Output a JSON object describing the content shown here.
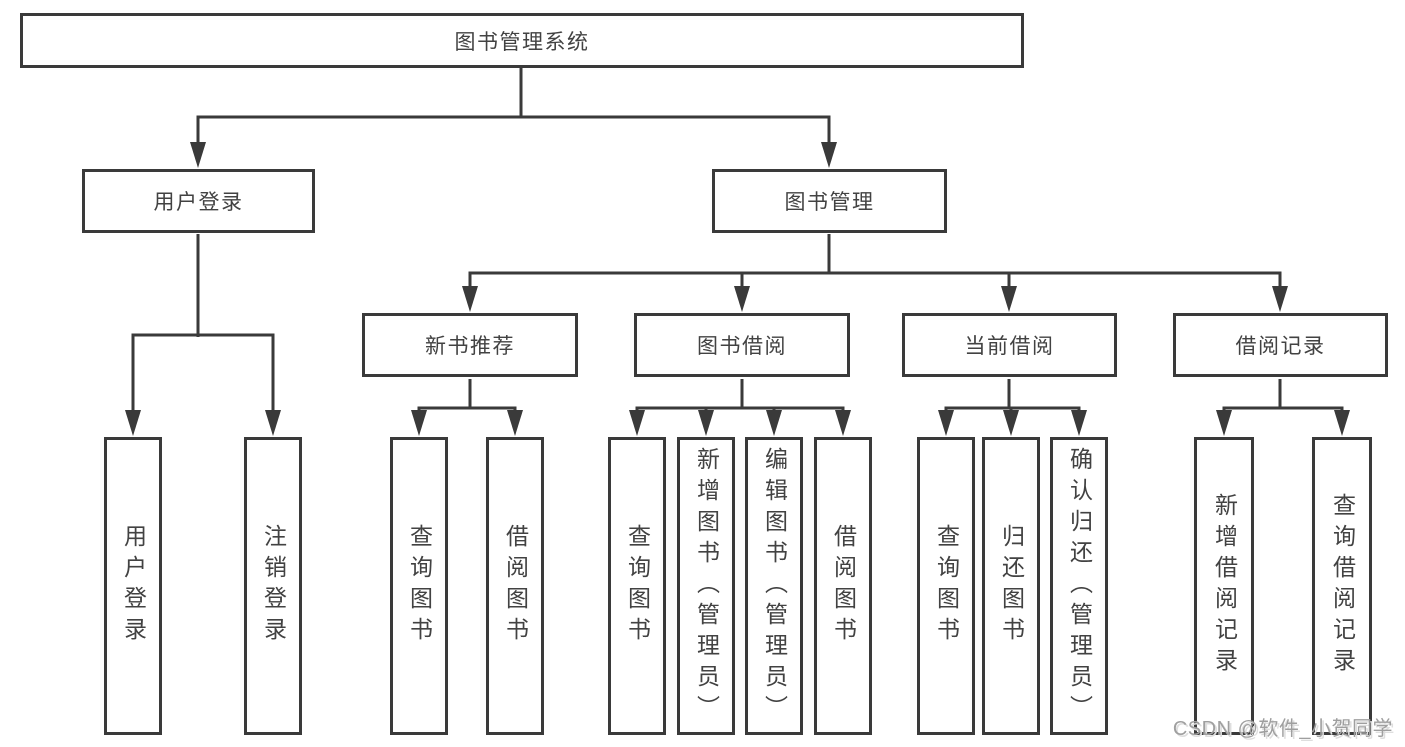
{
  "colors": {
    "line": "#3a3a3a",
    "box_border": "#3a3a3a",
    "text": "#424242",
    "watermark": "#9f9f9f",
    "background": "#ffffff"
  },
  "diagram": {
    "root": {
      "label": "图书管理系统"
    },
    "level2": {
      "user_login": {
        "label": "用户登录"
      },
      "book_management": {
        "label": "图书管理"
      }
    },
    "level3": {
      "new_book_recommend": {
        "label": "新书推荐"
      },
      "book_borrowing": {
        "label": "图书借阅"
      },
      "current_borrowing": {
        "label": "当前借阅"
      },
      "borrowing_records": {
        "label": "借阅记录"
      }
    },
    "leaves": {
      "user_login": {
        "items": [
          "用户登录",
          "注销登录"
        ]
      },
      "new_book_recommend": {
        "items": [
          "查询图书",
          "借阅图书"
        ]
      },
      "book_borrowing": {
        "items": [
          "查询图书",
          "新增图书（管理员）",
          "编辑图书（管理员）",
          "借阅图书"
        ]
      },
      "current_borrowing": {
        "items": [
          "查询图书",
          "归还图书",
          "确认归还（管理员）"
        ]
      },
      "borrowing_records": {
        "items": [
          "新增借阅记录",
          "查询借阅记录"
        ]
      }
    }
  },
  "watermark": {
    "text": "CSDN @软件_小贺同学"
  }
}
